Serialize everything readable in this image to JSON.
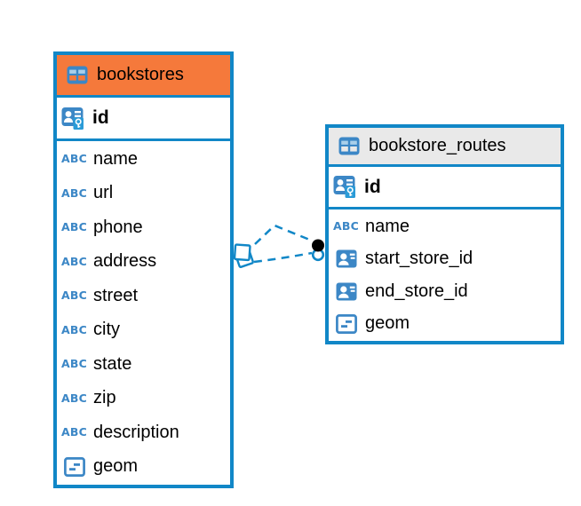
{
  "diagram": {
    "tables": [
      {
        "name": "bookstores",
        "header_color": "#F5793B",
        "columns": [
          {
            "name": "id",
            "type": "primary-key"
          },
          {
            "name": "name",
            "type": "text"
          },
          {
            "name": "url",
            "type": "text"
          },
          {
            "name": "phone",
            "type": "text"
          },
          {
            "name": "address",
            "type": "text"
          },
          {
            "name": "street",
            "type": "text"
          },
          {
            "name": "city",
            "type": "text"
          },
          {
            "name": "state",
            "type": "text"
          },
          {
            "name": "zip",
            "type": "text"
          },
          {
            "name": "description",
            "type": "text"
          },
          {
            "name": "geom",
            "type": "geometry"
          }
        ]
      },
      {
        "name": "bookstore_routes",
        "header_color": "#E9E9E9",
        "columns": [
          {
            "name": "id",
            "type": "primary-key"
          },
          {
            "name": "name",
            "type": "text"
          },
          {
            "name": "start_store_id",
            "type": "foreign-key"
          },
          {
            "name": "end_store_id",
            "type": "foreign-key"
          },
          {
            "name": "geom",
            "type": "geometry"
          }
        ]
      }
    ],
    "relationship": {
      "from_table": "bookstores",
      "to_table": "bookstore_routes",
      "line_style": "dashed"
    },
    "icons": {
      "text_type_glyph": "ABC"
    },
    "colors": {
      "table_border_blue": "#1187C7",
      "icon_blue": "#3C87C6",
      "icon_cell_light_blue": "#A9CFEA",
      "key_overlay_blue": "#2B9BD7",
      "bookstores_header": "#F5793B",
      "routes_header": "#E9E9E9",
      "connector_blue": "#1187C7",
      "connector_dot": "#000000",
      "text": "#000000",
      "background": "#FFFFFF"
    }
  }
}
